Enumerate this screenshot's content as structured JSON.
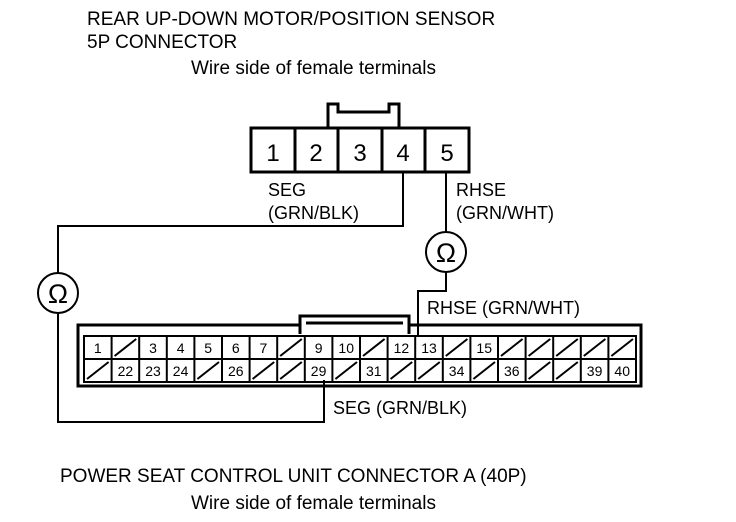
{
  "titles": {
    "sensor_title": "REAR UP-DOWN MOTOR/POSITION SENSOR",
    "sensor_connector": "5P CONNECTOR",
    "sensor_subtitle": "Wire side of female terminals",
    "unit_title": "POWER SEAT CONTROL UNIT CONNECTOR A (40P)",
    "unit_subtitle": "Wire side of female terminals"
  },
  "connector_5p": {
    "pins": [
      "1",
      "2",
      "3",
      "4",
      "5"
    ]
  },
  "connector_40p": {
    "top_row": [
      "1",
      "",
      "3",
      "4",
      "5",
      "6",
      "7",
      "",
      "9",
      "10",
      "",
      "12",
      "13",
      "",
      "15",
      "",
      "",
      "",
      "",
      ""
    ],
    "bottom_row": [
      "",
      "22",
      "23",
      "24",
      "",
      "26",
      "",
      "",
      "29",
      "",
      "31",
      "",
      "",
      "34",
      "",
      "36",
      "",
      "",
      "39",
      "40"
    ]
  },
  "wires": {
    "seg_top_name": "SEG",
    "seg_top_color": "(GRN/BLK)",
    "rhse_top_name": "RHSE",
    "rhse_top_color": "(GRN/WHT)",
    "rhse_bottom": "RHSE (GRN/WHT)",
    "seg_bottom": "SEG (GRN/BLK)"
  },
  "meters": {
    "symbol": "Ω"
  }
}
